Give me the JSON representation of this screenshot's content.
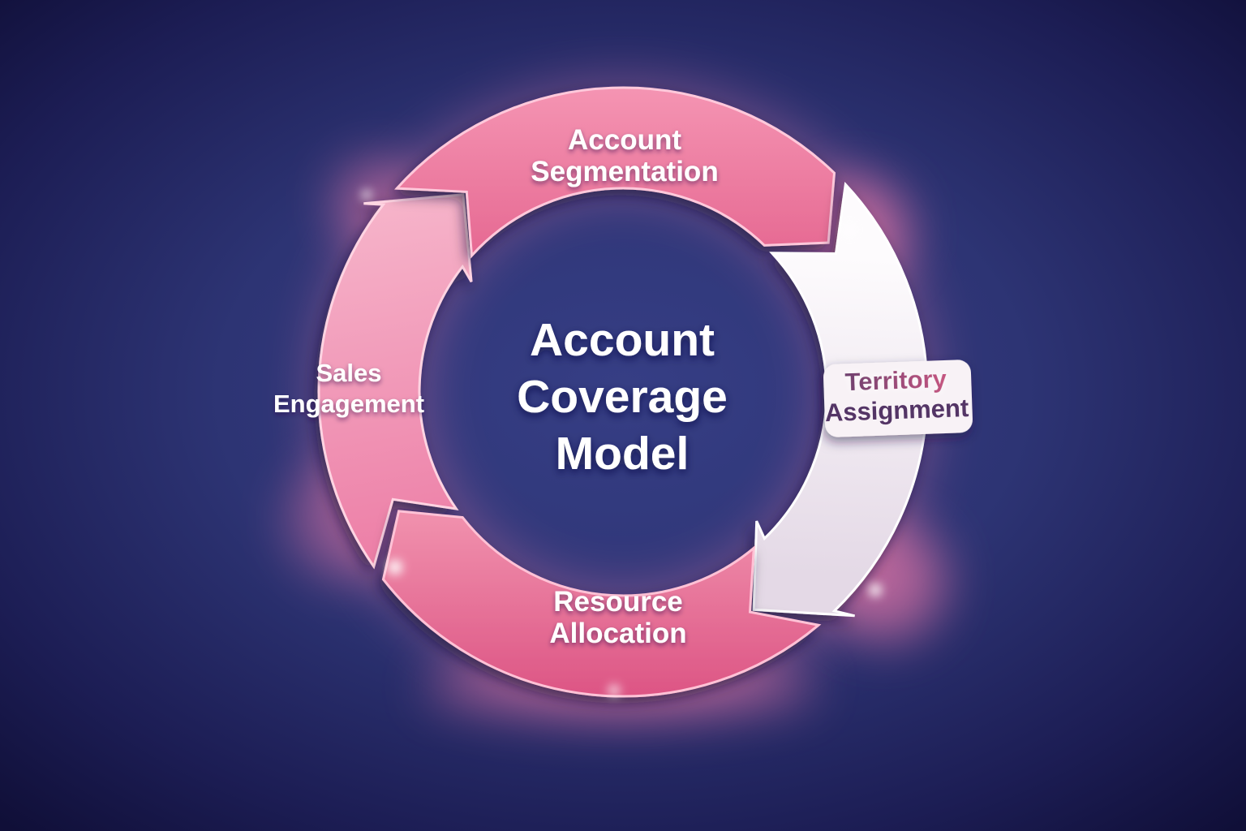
{
  "diagram": {
    "type": "cycle",
    "center_title": {
      "line1": "Account",
      "line2": "Coverage",
      "line3": "Model",
      "color": "#ffffff"
    },
    "segments": [
      {
        "name": "Account Segmentation",
        "line1": "Account",
        "line2": "Segmentation",
        "label_color": "#ffffff",
        "fill_start": "#f595b3",
        "fill_end": "#e4638e",
        "rim": "#ffc9db"
      },
      {
        "name": "Territory Assignment",
        "line1": "Territory",
        "line2": "Assignment",
        "line1_color_start": "#6b3f6e",
        "line1_color_end": "#cb5682",
        "line2_color": "#543566",
        "fill_start": "#fdfbfd",
        "fill_end": "#e4d9e6",
        "rim": "#ffffff",
        "card_color": "#f8f2f6"
      },
      {
        "name": "Resource Allocation",
        "line1": "Resource",
        "line2": "Allocation",
        "label_color": "#ffffff",
        "fill_start": "#f08fac",
        "fill_end": "#dc5383",
        "rim": "#ffc2d6"
      },
      {
        "name": "Sales Engagement",
        "line1": "Sales",
        "line2": "Engagement",
        "label_color": "#ffffff",
        "fill_start": "#f6b4ca",
        "fill_end": "#eb76a1",
        "rim": "#ffd4e2"
      }
    ],
    "background": {
      "center": "#363e85",
      "edge": "#100f38"
    },
    "glow_color": "#ff7fae",
    "sparkle_color": "#ffffff"
  }
}
